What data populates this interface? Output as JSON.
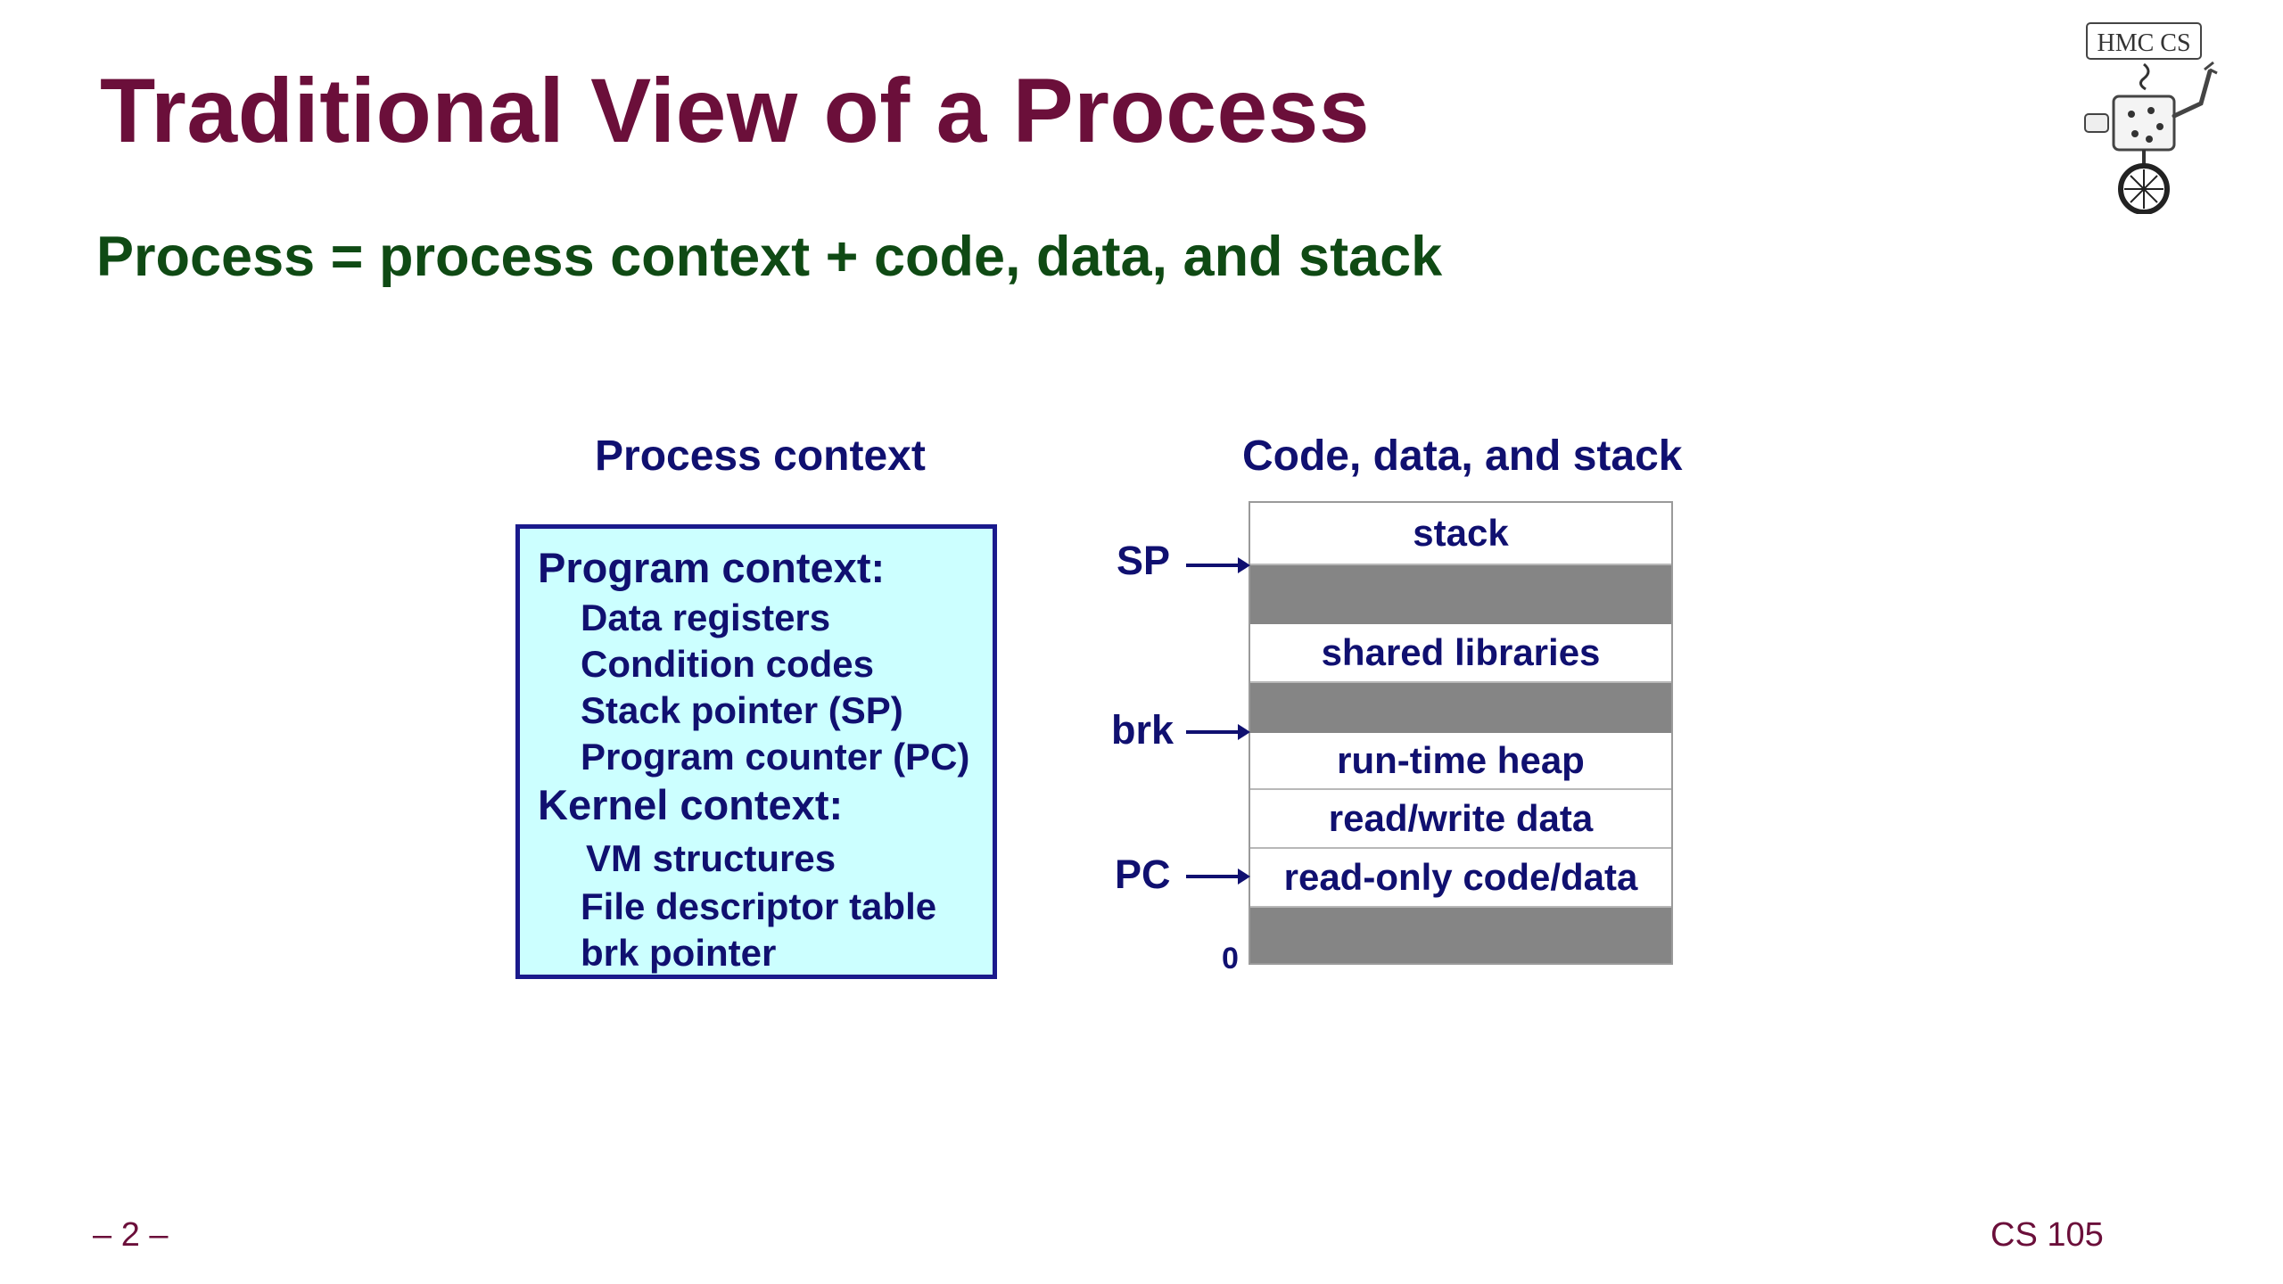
{
  "title": "Traditional View of a Process",
  "subtitle": "Process = process context + code, data, and stack",
  "context": {
    "heading": "Process context",
    "program_heading": "Program context:",
    "program_items": [
      "Data registers",
      "Condition codes",
      "Stack pointer (SP)",
      "Program counter (PC)"
    ],
    "kernel_heading": "Kernel context:",
    "kernel_items": [
      "VM structures",
      "File descriptor table",
      "brk pointer"
    ]
  },
  "memory": {
    "heading": "Code, data, and stack",
    "segments": [
      {
        "label": "stack"
      },
      {
        "label": ""
      },
      {
        "label": "shared libraries"
      },
      {
        "label": ""
      },
      {
        "label": "run-time heap"
      },
      {
        "label": "read/write data"
      },
      {
        "label": "read-only code/data"
      },
      {
        "label": ""
      }
    ],
    "pointers": {
      "sp": "SP",
      "brk": "brk",
      "pc": "PC"
    },
    "zero_label": "0"
  },
  "footer": {
    "page": "– 2 –",
    "course": "CS 105"
  },
  "logo": {
    "text": "HMC CS",
    "icon": "hmc-cs-robot-unicycle-logo"
  },
  "colors": {
    "title": "#6b0f3a",
    "subtitle": "#0f4a14",
    "text": "#101070",
    "context_fill": "#ccffff",
    "context_border": "#1a1a8c",
    "gray_segment": "#858585"
  }
}
